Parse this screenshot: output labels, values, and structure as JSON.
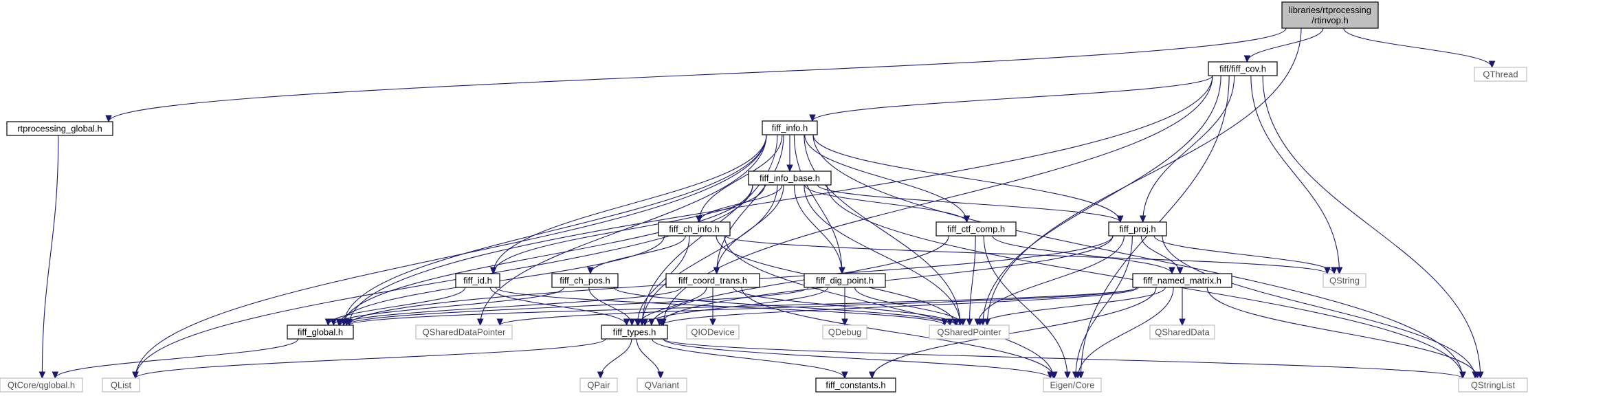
{
  "graph": {
    "root": "root",
    "nodes": [
      {
        "id": "root",
        "label": "libraries/rtprocessing\n/rtinvop.h",
        "kind": "root"
      },
      {
        "id": "fiff_cov",
        "label": "fiff/fiff_cov.h",
        "kind": "local"
      },
      {
        "id": "rtproc_global",
        "label": "rtprocessing_global.h",
        "kind": "local"
      },
      {
        "id": "qthread",
        "label": "QThread",
        "kind": "external"
      },
      {
        "id": "fiff_info",
        "label": "fiff_info.h",
        "kind": "local"
      },
      {
        "id": "fiff_info_base",
        "label": "fiff_info_base.h",
        "kind": "local"
      },
      {
        "id": "fiff_ch_info",
        "label": "fiff_ch_info.h",
        "kind": "local"
      },
      {
        "id": "fiff_ctf_comp",
        "label": "fiff_ctf_comp.h",
        "kind": "local"
      },
      {
        "id": "fiff_proj",
        "label": "fiff_proj.h",
        "kind": "local"
      },
      {
        "id": "fiff_id",
        "label": "fiff_id.h",
        "kind": "local"
      },
      {
        "id": "fiff_ch_pos",
        "label": "fiff_ch_pos.h",
        "kind": "local"
      },
      {
        "id": "fiff_coord_trans",
        "label": "fiff_coord_trans.h",
        "kind": "local"
      },
      {
        "id": "fiff_dig_point",
        "label": "fiff_dig_point.h",
        "kind": "local"
      },
      {
        "id": "fiff_named_matrix",
        "label": "fiff_named_matrix.h",
        "kind": "local"
      },
      {
        "id": "qstring",
        "label": "QString",
        "kind": "external"
      },
      {
        "id": "fiff_global",
        "label": "fiff_global.h",
        "kind": "local"
      },
      {
        "id": "qshareddatapointer",
        "label": "QSharedDataPointer",
        "kind": "external"
      },
      {
        "id": "fiff_types",
        "label": "fiff_types.h",
        "kind": "local"
      },
      {
        "id": "qiodevice",
        "label": "QIODevice",
        "kind": "external"
      },
      {
        "id": "qdebug",
        "label": "QDebug",
        "kind": "external"
      },
      {
        "id": "qsharedpointer",
        "label": "QSharedPointer",
        "kind": "external"
      },
      {
        "id": "qshareddata",
        "label": "QSharedData",
        "kind": "external"
      },
      {
        "id": "qtcore_qglobal",
        "label": "QtCore/qglobal.h",
        "kind": "external"
      },
      {
        "id": "qlist",
        "label": "QList",
        "kind": "external"
      },
      {
        "id": "qpair",
        "label": "QPair",
        "kind": "external"
      },
      {
        "id": "qvariant",
        "label": "QVariant",
        "kind": "external"
      },
      {
        "id": "fiff_constants",
        "label": "fiff_constants.h",
        "kind": "local"
      },
      {
        "id": "eigen_core",
        "label": "Eigen/Core",
        "kind": "external"
      },
      {
        "id": "qstringlist",
        "label": "QStringList",
        "kind": "external"
      }
    ],
    "edges": [
      [
        "root",
        "fiff_cov"
      ],
      [
        "root",
        "rtproc_global"
      ],
      [
        "root",
        "qthread"
      ],
      [
        "root",
        "qsharedpointer"
      ],
      [
        "rtproc_global",
        "qtcore_qglobal"
      ],
      [
        "fiff_cov",
        "fiff_info"
      ],
      [
        "fiff_cov",
        "fiff_proj"
      ],
      [
        "fiff_cov",
        "fiff_global"
      ],
      [
        "fiff_cov",
        "fiff_types"
      ],
      [
        "fiff_cov",
        "qstring"
      ],
      [
        "fiff_cov",
        "qsharedpointer"
      ],
      [
        "fiff_cov",
        "eigen_core"
      ],
      [
        "fiff_cov",
        "qstringlist"
      ],
      [
        "fiff_info",
        "fiff_info_base"
      ],
      [
        "fiff_info",
        "fiff_ch_info"
      ],
      [
        "fiff_info",
        "fiff_ctf_comp"
      ],
      [
        "fiff_info",
        "fiff_proj"
      ],
      [
        "fiff_info",
        "fiff_id"
      ],
      [
        "fiff_info",
        "fiff_coord_trans"
      ],
      [
        "fiff_info",
        "fiff_dig_point"
      ],
      [
        "fiff_info",
        "fiff_global"
      ],
      [
        "fiff_info",
        "fiff_types"
      ],
      [
        "fiff_info",
        "qshareddatapointer"
      ],
      [
        "fiff_info",
        "qsharedpointer"
      ],
      [
        "fiff_info",
        "qlist"
      ],
      [
        "fiff_info",
        "qstringlist"
      ],
      [
        "fiff_info_base",
        "fiff_ch_info"
      ],
      [
        "fiff_info_base",
        "fiff_ctf_comp"
      ],
      [
        "fiff_info_base",
        "fiff_proj"
      ],
      [
        "fiff_info_base",
        "fiff_id"
      ],
      [
        "fiff_info_base",
        "fiff_coord_trans"
      ],
      [
        "fiff_info_base",
        "fiff_dig_point"
      ],
      [
        "fiff_info_base",
        "fiff_global"
      ],
      [
        "fiff_info_base",
        "fiff_types"
      ],
      [
        "fiff_info_base",
        "qsharedpointer"
      ],
      [
        "fiff_info_base",
        "qlist"
      ],
      [
        "fiff_info_base",
        "qstringlist"
      ],
      [
        "fiff_ch_info",
        "fiff_ch_pos"
      ],
      [
        "fiff_ch_info",
        "fiff_global"
      ],
      [
        "fiff_ch_info",
        "fiff_types"
      ],
      [
        "fiff_ch_info",
        "qstring"
      ],
      [
        "fiff_ch_info",
        "qsharedpointer"
      ],
      [
        "fiff_ch_info",
        "eigen_core"
      ],
      [
        "fiff_ctf_comp",
        "fiff_named_matrix"
      ],
      [
        "fiff_ctf_comp",
        "fiff_types"
      ],
      [
        "fiff_ctf_comp",
        "qsharedpointer"
      ],
      [
        "fiff_ctf_comp",
        "eigen_core"
      ],
      [
        "fiff_proj",
        "fiff_named_matrix"
      ],
      [
        "fiff_proj",
        "fiff_global"
      ],
      [
        "fiff_proj",
        "fiff_types"
      ],
      [
        "fiff_proj",
        "qstring"
      ],
      [
        "fiff_proj",
        "qsharedpointer"
      ],
      [
        "fiff_proj",
        "eigen_core"
      ],
      [
        "fiff_proj",
        "qstringlist"
      ],
      [
        "fiff_id",
        "fiff_global"
      ],
      [
        "fiff_id",
        "fiff_types"
      ],
      [
        "fiff_id",
        "qsharedpointer"
      ],
      [
        "fiff_ch_pos",
        "fiff_global"
      ],
      [
        "fiff_ch_pos",
        "fiff_types"
      ],
      [
        "fiff_ch_pos",
        "qsharedpointer"
      ],
      [
        "fiff_coord_trans",
        "fiff_global"
      ],
      [
        "fiff_coord_trans",
        "fiff_types"
      ],
      [
        "fiff_coord_trans",
        "qiodevice"
      ],
      [
        "fiff_coord_trans",
        "qsharedpointer"
      ],
      [
        "fiff_coord_trans",
        "eigen_core"
      ],
      [
        "fiff_dig_point",
        "fiff_global"
      ],
      [
        "fiff_dig_point",
        "fiff_types"
      ],
      [
        "fiff_dig_point",
        "qdebug"
      ],
      [
        "fiff_dig_point",
        "qsharedpointer"
      ],
      [
        "fiff_named_matrix",
        "fiff_global"
      ],
      [
        "fiff_named_matrix",
        "fiff_types"
      ],
      [
        "fiff_named_matrix",
        "fiff_constants"
      ],
      [
        "fiff_named_matrix",
        "qshareddatapointer"
      ],
      [
        "fiff_named_matrix",
        "qsharedpointer"
      ],
      [
        "fiff_named_matrix",
        "qshareddata"
      ],
      [
        "fiff_named_matrix",
        "eigen_core"
      ],
      [
        "fiff_named_matrix",
        "qstringlist"
      ],
      [
        "fiff_global",
        "qtcore_qglobal"
      ],
      [
        "fiff_types",
        "fiff_constants"
      ],
      [
        "fiff_types",
        "qpair"
      ],
      [
        "fiff_types",
        "qvariant"
      ],
      [
        "fiff_types",
        "qlist"
      ],
      [
        "fiff_types",
        "eigen_core"
      ],
      [
        "fiff_types",
        "qstringlist"
      ]
    ]
  }
}
